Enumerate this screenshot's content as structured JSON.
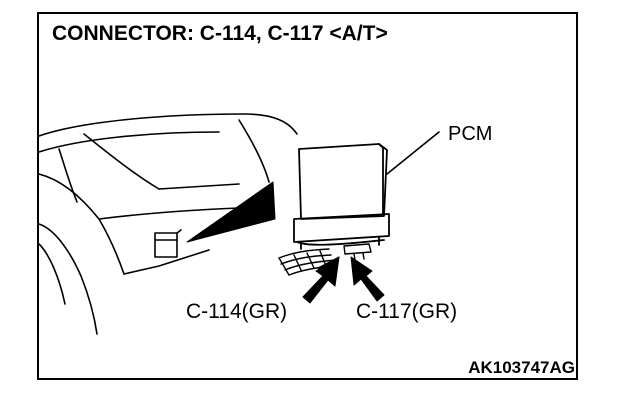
{
  "title": "CONNECTOR: C-114, C-117 <A/T>",
  "labels": {
    "pcm": "PCM",
    "c114": "C-114(GR)",
    "c117": "C-117(GR)"
  },
  "figure_code": "AK103747AG",
  "colors": {
    "ink": "#000000",
    "paper": "#ffffff"
  }
}
